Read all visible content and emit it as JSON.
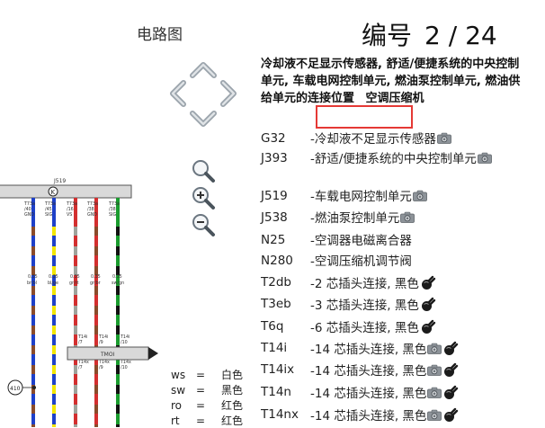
{
  "header": {
    "diagram_title": "电路图",
    "page_label": "编号",
    "page_number": "2 / 24"
  },
  "description": {
    "text": "冷却液不足显示传感器, 舒适/便捷系统的中央控制单元, 车载电网控制单元, 燃油泵控制单元, 燃油供给单元的连接位置",
    "highlight": "空调压缩机"
  },
  "components": [
    {
      "code": "G32",
      "desc": "-冷却液不足显示传感器",
      "icons": [
        "camera-icon"
      ]
    },
    {
      "code": "J393",
      "desc": "-舒适/便捷系统的中央控制单元",
      "icons": [
        "camera-icon"
      ]
    },
    {
      "code": "J519",
      "desc": "-车载电网控制单元",
      "icons": [
        "camera-icon"
      ]
    },
    {
      "code": "J538",
      "desc": "-燃油泵控制单元",
      "icons": [
        "camera-icon"
      ]
    },
    {
      "code": "N25",
      "desc": "-空调器电磁离合器",
      "icons": []
    },
    {
      "code": "N280",
      "desc": "-空调压缩机调节阀",
      "icons": []
    },
    {
      "code": "T2db",
      "desc": "-2 芯插头连接, 黑色",
      "icons": [
        "plug-icon"
      ]
    },
    {
      "code": "T3eb",
      "desc": "-3 芯插头连接, 黑色",
      "icons": [
        "plug-icon"
      ]
    },
    {
      "code": "T6q",
      "desc": "-6 芯插头连接, 黑色",
      "icons": [
        "plug-icon"
      ]
    },
    {
      "code": "T14i",
      "desc": "-14 芯插头连接, 黑色",
      "icons": [
        "camera-icon",
        "plug-icon"
      ]
    },
    {
      "code": "T14ix",
      "desc": "-14 芯插头连接, 黑色",
      "icons": [
        "camera-icon",
        "plug-icon"
      ]
    },
    {
      "code": "T14n",
      "desc": "-14 芯插头连接, 黑色",
      "icons": [
        "camera-icon",
        "plug-icon"
      ]
    },
    {
      "code": "T14nx",
      "desc": "-14 芯插头连接, 黑色",
      "icons": [
        "camera-icon",
        "plug-icon"
      ]
    }
  ],
  "legend": [
    {
      "code": "ws",
      "eq": "=",
      "color": "白色"
    },
    {
      "code": "sw",
      "eq": "=",
      "color": "黑色"
    },
    {
      "code": "ro",
      "eq": "=",
      "color": "红色"
    },
    {
      "code": "rt",
      "eq": "=",
      "color": "红色"
    }
  ],
  "diagram": {
    "unit_label": "J519",
    "connector_label": "TMOI",
    "node_label": "410",
    "pins": [
      {
        "top": "T73a",
        "num": "/40",
        "sig": "GND",
        "size": "0.35",
        "color": "br/bl"
      },
      {
        "top": "T73a",
        "num": "/45",
        "sig": "SIG",
        "size": "0.35",
        "color": "bl/ge"
      },
      {
        "top": "T73a",
        "num": "/16",
        "sig": "VS",
        "size": "0.35",
        "color": "gr/rt"
      },
      {
        "top": "T73a",
        "num": "/38",
        "sig": "GND",
        "size": "0.35",
        "color": "gr/br"
      },
      {
        "top": "T73a",
        "num": "/38",
        "sig": "SIG",
        "size": "0.35",
        "color": "sw/gn"
      }
    ],
    "t14_labels": [
      {
        "top": "T14i",
        "num": "/7"
      },
      {
        "top": "T14i",
        "num": "/9"
      },
      {
        "top": "T14i",
        "num": "/10"
      }
    ],
    "t14x_labels": [
      {
        "top": "T14x",
        "num": "/7"
      },
      {
        "top": "T14x",
        "num": "/9"
      },
      {
        "top": "T14x",
        "num": "/10"
      }
    ]
  },
  "colors": {
    "highlight_border": "#e53935",
    "nav_arrow": "#9aa3ab",
    "wire_red": "#d32f2f",
    "wire_blue": "#1e40c8",
    "wire_yellow": "#f2e600",
    "wire_green": "#1a9c2e",
    "wire_brown": "#8a4b2a"
  }
}
